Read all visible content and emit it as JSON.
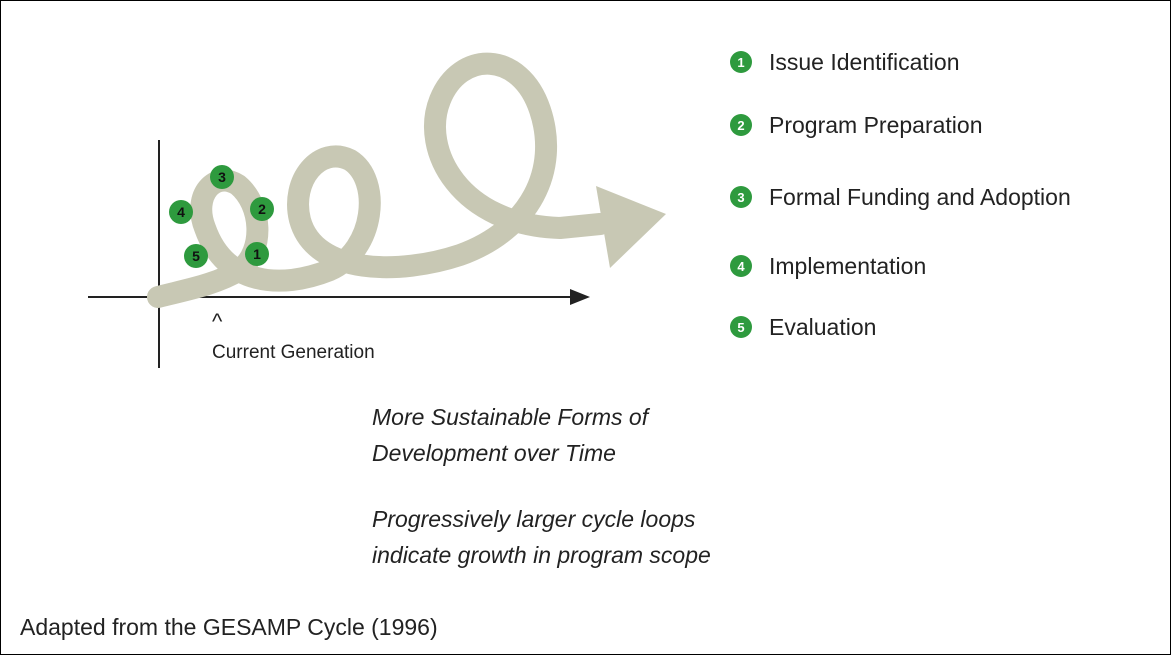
{
  "legend": [
    {
      "num": "1",
      "label": "Issue Identification"
    },
    {
      "num": "2",
      "label": "Program Preparation"
    },
    {
      "num": "3",
      "label": "Formal Funding and Adoption"
    },
    {
      "num": "4",
      "label": "Implementation"
    },
    {
      "num": "5",
      "label": "Evaluation"
    }
  ],
  "caret": "^",
  "current_generation": "Current Generation",
  "notes": {
    "line1a": "More Sustainable Forms of",
    "line1b": "Development over Time",
    "line2a": "Progressively larger cycle loops",
    "line2b": "indicate growth in program scope"
  },
  "source": "Adapted from the GESAMP Cycle (1996)",
  "cycle_markers": [
    "1",
    "2",
    "3",
    "4",
    "5"
  ],
  "colors": {
    "loop": "#c8c8b4",
    "badge": "#2e9a3e",
    "axis": "#222222"
  }
}
